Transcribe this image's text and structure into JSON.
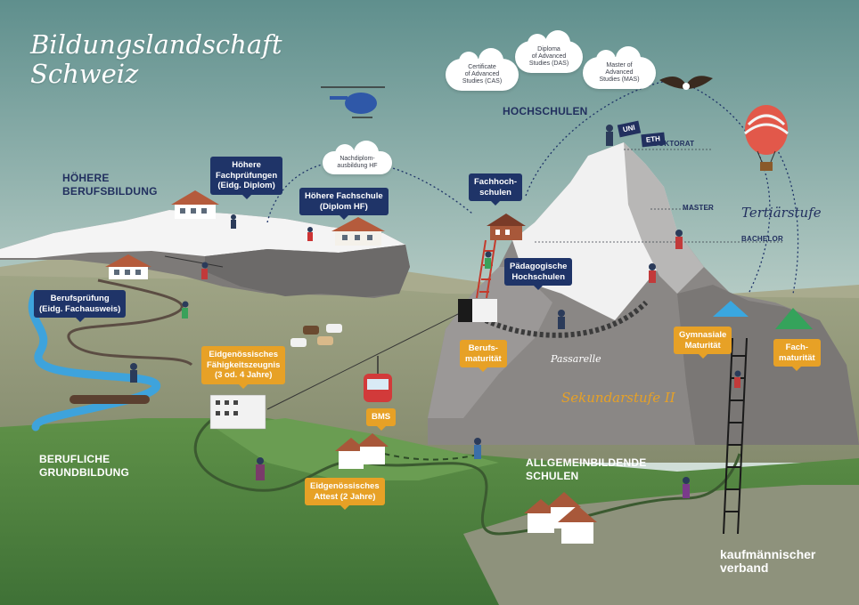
{
  "title": {
    "line1": "Bildungslandschaft",
    "line2": "Schweiz"
  },
  "zones": {
    "hoehere_berufsbildung": "HÖHERE\nBERUFSBILDUNG",
    "hochschulen": "HOCHSCHULEN",
    "berufliche_grundbildung": "BERUFLICHE\nGRUNDBILDUNG",
    "allgemeinbildende_schulen": "ALLGEMEINBILDENDE\nSCHULEN",
    "tertiaerstufe": "Tertiärstufe",
    "sekundarstufe": "Sekundarstufe II",
    "passarelle": "Passarelle"
  },
  "levels": {
    "doktorat": "DOKTORAT",
    "master": "MASTER",
    "bachelor": "BACHELOR"
  },
  "clouds": {
    "cas": "Certificate\nof Advanced\nStudies (CAS)",
    "das": "Diploma\nof Advanced\nStudies (DAS)",
    "mas": "Master of\nAdvanced\nStudies (MAS)",
    "nachdiplom": "Nachdiplom-\nausbildung HF"
  },
  "flags": {
    "uni": "UNI",
    "eth": "ETH"
  },
  "navy_boxes": {
    "hoehere_fachpruefungen": "Höhere\nFachprüfungen\n(Eidg. Diplom)",
    "hoehere_fachschule": "Höhere Fachschule\n(Diplom HF)",
    "berufspruefung": "Berufsprüfung\n(Eidg. Fachausweis)",
    "fachhochschulen": "Fachhoch-\nschulen",
    "paedagogische_hochschulen": "Pädagogische\nHochschulen"
  },
  "orange_boxes": {
    "efz": "Eidgenössisches\nFähigkeitszeugnis\n(3 od. 4 Jahre)",
    "bms": "BMS",
    "eba": "Eidgenössisches\nAttest (2 Jahre)",
    "berufsmaturitaet": "Berufs-\nmaturität",
    "gymnasiale_maturitaet": "Gymnasiale\nMaturität",
    "fachmaturitaet": "Fach-\nmaturität"
  },
  "brand": {
    "line1": "kaufmännischer",
    "line2": "verband"
  },
  "colors": {
    "sky_top": "#5f8f8d",
    "sky_bottom": "#d4e1da",
    "navy": "#1f3468",
    "orange": "#e7a126",
    "grass": "#4e8240",
    "mountain": "#8d8a88",
    "snow": "#f2f2f2"
  }
}
